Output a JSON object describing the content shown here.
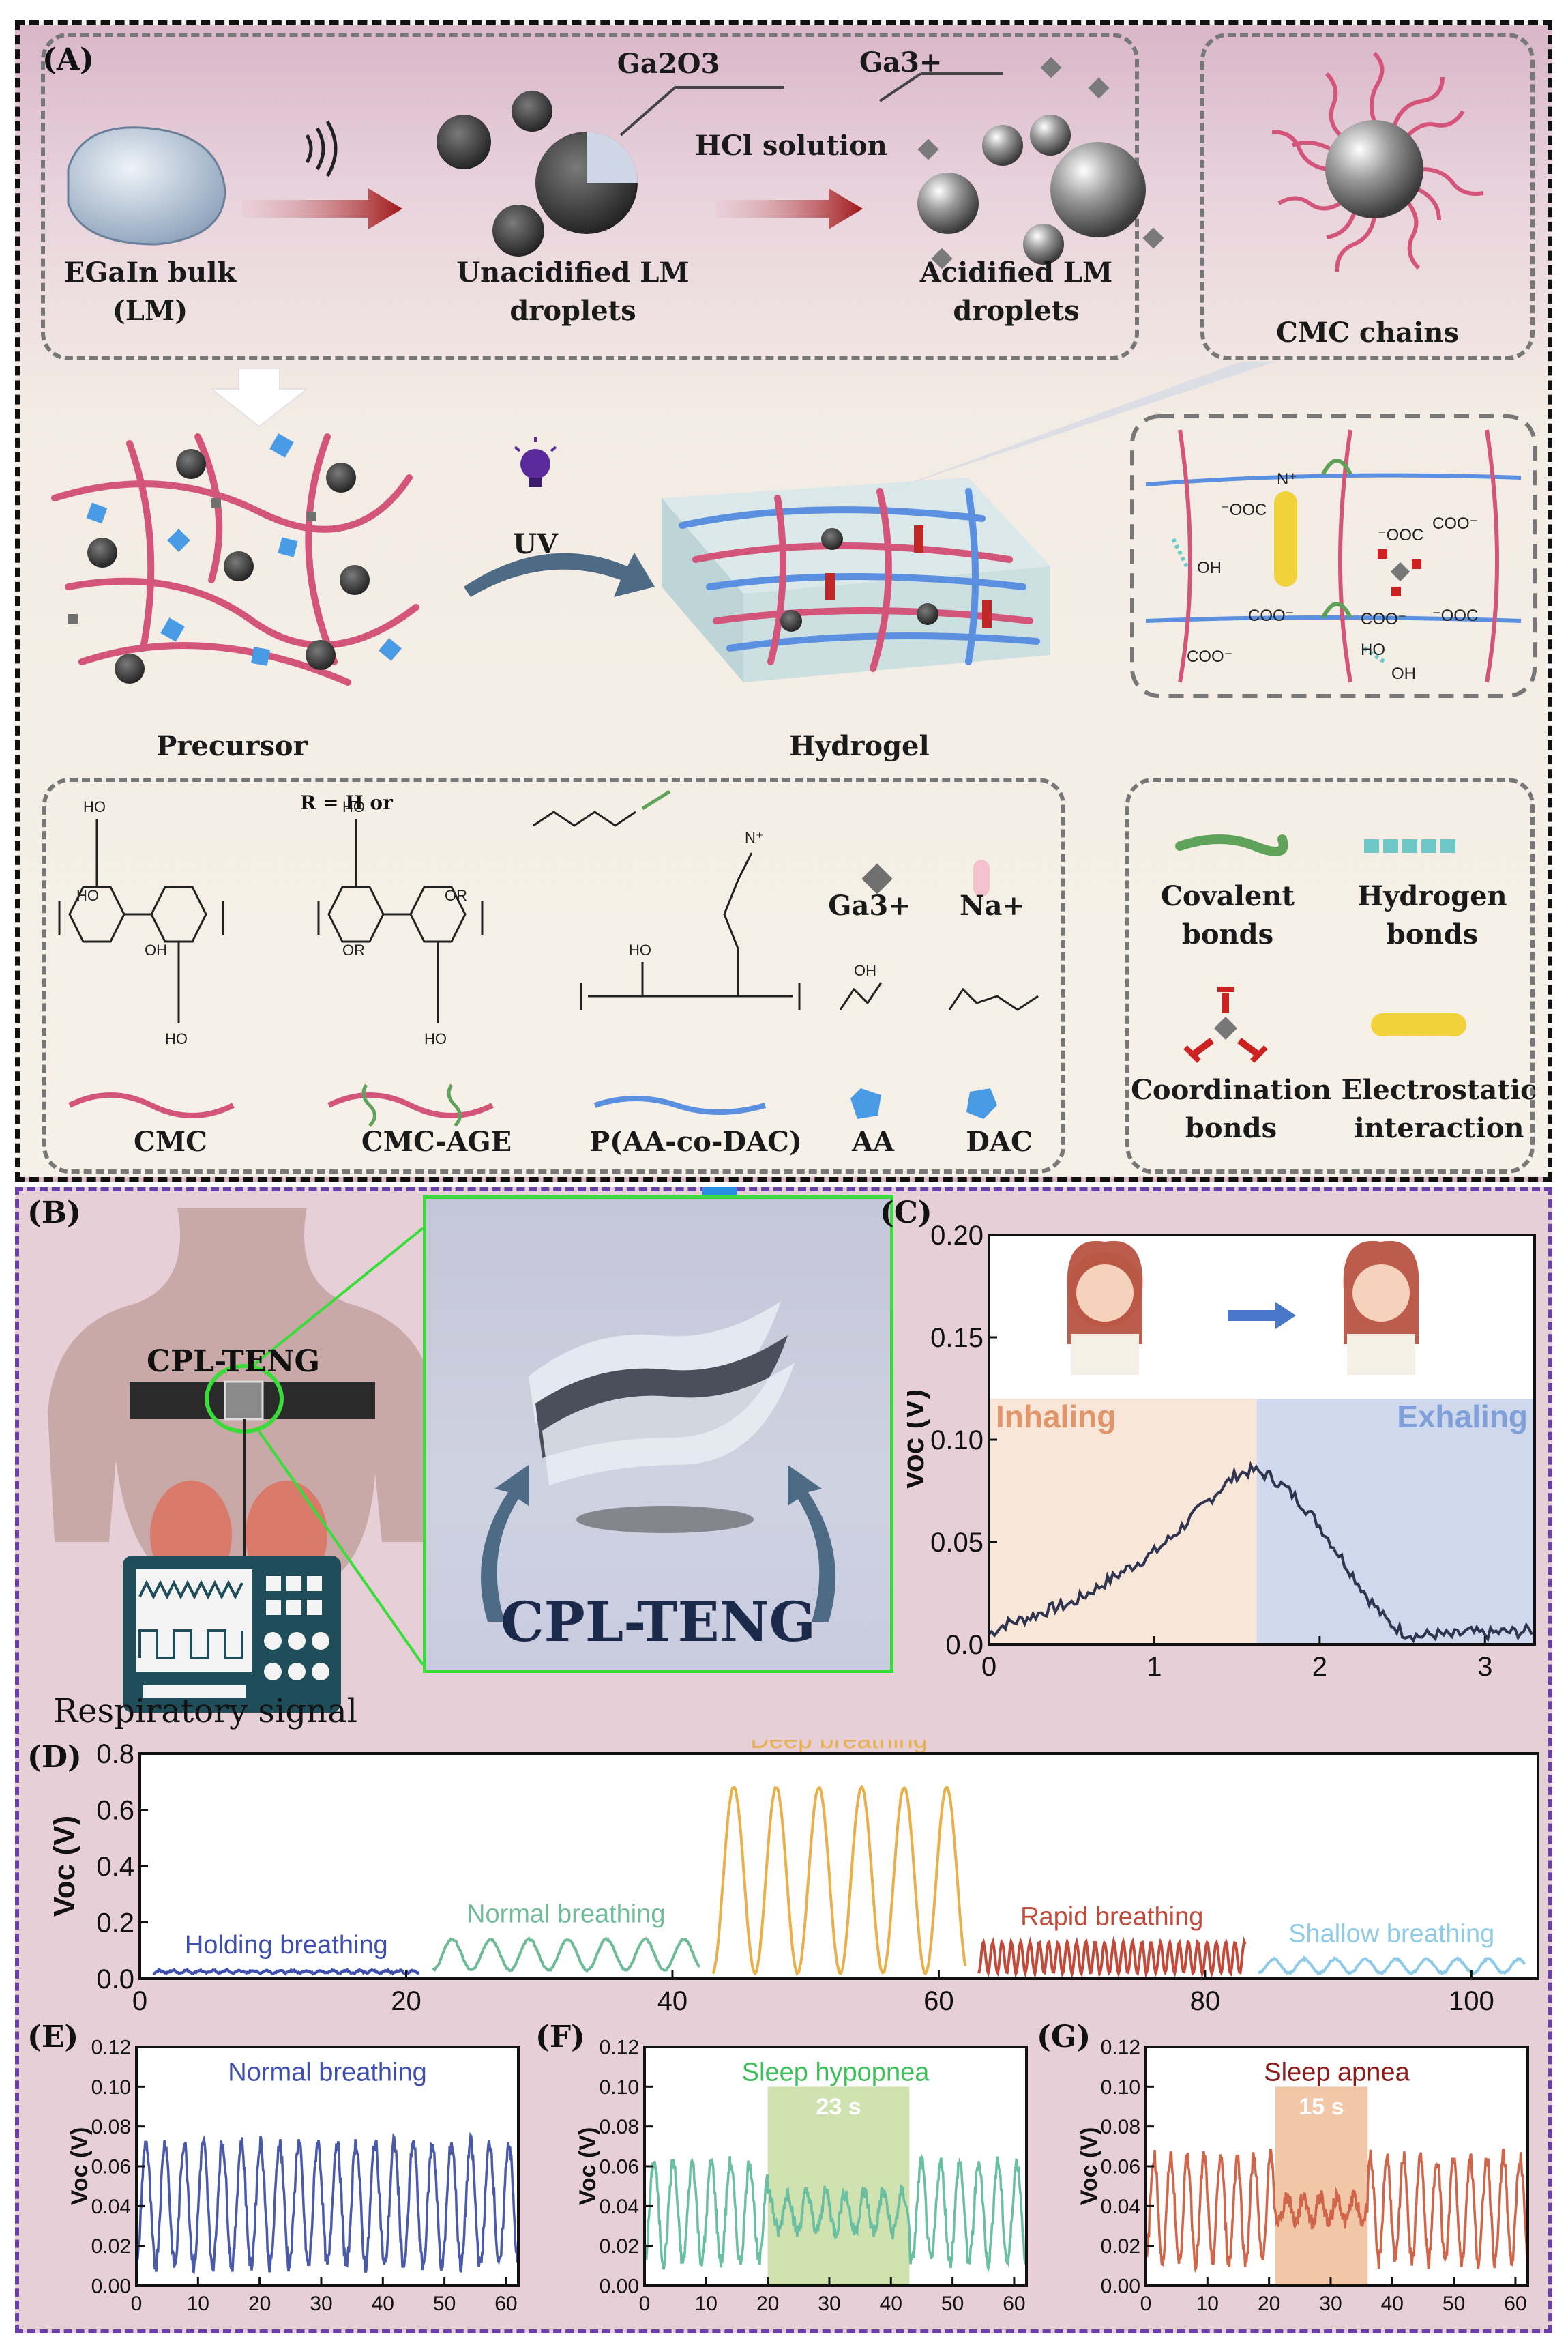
{
  "panelA": {
    "label": "(A)",
    "top_row": {
      "egain": "EGaIn bulk",
      "egain2": "(LM)",
      "ga2o3": "Ga2O3",
      "unacid": "Unacidified LM",
      "unacid2": "droplets",
      "hcl": "HCl solution",
      "ga3": "Ga3+",
      "acid": "Acidified LM",
      "acid2": "droplets",
      "cmc_chains": "CMC chains"
    },
    "middle": {
      "precursor": "Precursor",
      "uv": "UV",
      "hydrogel": "Hydrogel",
      "net_labels": [
        "⁻OOC",
        "OH",
        "COO⁻",
        "COO⁻",
        "⁻OOC",
        "COO⁻",
        "HO",
        "OH",
        "COO⁻",
        "⁻OOC",
        "N⁺"
      ]
    },
    "legend": {
      "r_def": "R = H  or",
      "ga": "Ga3+",
      "na": "Na+",
      "cmc": "CMC",
      "cmc_age": "CMC-AGE",
      "paa": "P(AA-co-DAC)",
      "aa": "AA",
      "dac": "DAC"
    },
    "bonds": {
      "covalent": "Covalent",
      "covalent2": "bonds",
      "hydrogen": "Hydrogen",
      "hydrogen2": "bonds",
      "coordination": "Coordination",
      "coordination2": "bonds",
      "electro": "Electrostatic",
      "electro2": "interaction"
    },
    "colors": {
      "cmc": "#d4557a",
      "paa": "#5b8fe0",
      "ga": "#707070",
      "na": "#f4c2cf",
      "aa": "#4a9be6",
      "covalent": "#5fa35a",
      "hbond": "#6fc8c8",
      "coord": "#cc2222",
      "electro": "#f2d23a"
    }
  },
  "panelB": {
    "label": "(B)",
    "device": "CPL-TENG",
    "device_zoom": "CPL-TENG",
    "signal": "Respiratory signal"
  },
  "chart_data": [
    {
      "id": "C",
      "label": "(C)",
      "type": "line",
      "ylabel": "Voc (V)",
      "xlim": [
        0,
        3.3
      ],
      "ylim": [
        0,
        0.2
      ],
      "xticks": [
        0,
        1,
        2,
        3
      ],
      "yticks": [
        "0.0",
        "0.05",
        "0.10",
        "0.15",
        "0.20"
      ],
      "regions": [
        {
          "name": "Inhaling",
          "from": 0,
          "to": 1.62,
          "color": "#f8e6d8",
          "text_color": "#e0956a"
        },
        {
          "name": "Exhaling",
          "from": 1.62,
          "to": 3.3,
          "color": "#cfd8ec",
          "text_color": "#7fa0d8"
        }
      ],
      "series": [
        {
          "color": "#2f3550",
          "x": [
            0,
            0.1,
            0.2,
            0.3,
            0.4,
            0.5,
            0.6,
            0.7,
            0.8,
            0.9,
            1.0,
            1.1,
            1.2,
            1.3,
            1.4,
            1.5,
            1.6,
            1.7,
            1.8,
            1.9,
            2.0,
            2.1,
            2.2,
            2.3,
            2.4,
            2.5,
            2.6,
            2.7,
            2.8,
            2.9,
            3.0,
            3.1,
            3.2,
            3.3
          ],
          "y": [
            0.005,
            0.01,
            0.012,
            0.015,
            0.018,
            0.02,
            0.025,
            0.03,
            0.035,
            0.04,
            0.045,
            0.052,
            0.06,
            0.068,
            0.076,
            0.083,
            0.085,
            0.082,
            0.076,
            0.068,
            0.058,
            0.046,
            0.034,
            0.022,
            0.012,
            0.006,
            0.004,
            0.005,
            0.004,
            0.006,
            0.005,
            0.006,
            0.006,
            0.007
          ]
        }
      ]
    },
    {
      "id": "D",
      "label": "(D)",
      "type": "line",
      "ylabel": "Voc (V)",
      "xlim": [
        0,
        105
      ],
      "ylim": [
        0,
        0.8
      ],
      "xticks": [
        0,
        20,
        40,
        60,
        80,
        100
      ],
      "yticks": [
        "0.0",
        "0.2",
        "0.4",
        "0.6",
        "0.8"
      ],
      "segments": [
        {
          "name": "Holding breathing",
          "from": 1,
          "to": 21,
          "amp": 0.01,
          "base": 0.02,
          "period": 1.0,
          "color": "#3f4fb0"
        },
        {
          "name": "Normal breathing",
          "from": 22,
          "to": 42,
          "amp": 0.11,
          "base": 0.03,
          "period": 2.9,
          "color": "#6fbb98"
        },
        {
          "name": "Deep breathing",
          "from": 43,
          "to": 62,
          "amp": 0.66,
          "base": 0.02,
          "period": 3.2,
          "color": "#e8b04a"
        },
        {
          "name": "Rapid breathing",
          "from": 63,
          "to": 83,
          "amp": 0.11,
          "base": 0.02,
          "period": 0.7,
          "color": "#c24a3a"
        },
        {
          "name": "Shallow breathing",
          "from": 84,
          "to": 104,
          "amp": 0.05,
          "base": 0.02,
          "period": 2.3,
          "color": "#8fcbe6"
        }
      ]
    },
    {
      "id": "E",
      "label": "(E)",
      "type": "line",
      "ylabel": "Voc (V)",
      "xlim": [
        0,
        62
      ],
      "ylim": [
        0,
        0.12
      ],
      "xticks": [
        0,
        10,
        20,
        30,
        40,
        50,
        60
      ],
      "yticks": [
        "0.00",
        "0.02",
        "0.04",
        "0.06",
        "0.08",
        "0.10",
        "0.12"
      ],
      "title": "Normal breathing",
      "title_color": "#3f4fb0",
      "color": "#4a5aaa",
      "period": 3.1,
      "low": 0.01,
      "high": 0.072
    },
    {
      "id": "F",
      "label": "(F)",
      "type": "line",
      "ylabel": "Voc (V)",
      "xlim": [
        0,
        62
      ],
      "ylim": [
        0,
        0.12
      ],
      "xticks": [
        0,
        10,
        20,
        30,
        40,
        50,
        60
      ],
      "yticks": [
        "0.00",
        "0.02",
        "0.04",
        "0.06",
        "0.08",
        "0.10",
        "0.12"
      ],
      "title": "Sleep hypopnea",
      "title_color": "#3fbf5a",
      "color": "#6abfa2",
      "period": 3.1,
      "low": 0.012,
      "high": 0.062,
      "event": {
        "from": 20,
        "to": 43,
        "text": "23 s",
        "color": "#cfe2b0",
        "text_color": "#ffffff",
        "amp": 0.4
      }
    },
    {
      "id": "G",
      "label": "(G)",
      "type": "line",
      "ylabel": "Voc (V)",
      "xlim": [
        0,
        62
      ],
      "ylim": [
        0,
        0.12
      ],
      "xticks": [
        0,
        10,
        20,
        30,
        40,
        50,
        60
      ],
      "yticks": [
        "0.00",
        "0.02",
        "0.04",
        "0.06",
        "0.08",
        "0.10",
        "0.12"
      ],
      "title": "Sleep apnea",
      "title_color": "#8b1a1a",
      "color": "#d0654a",
      "period": 2.7,
      "low": 0.012,
      "high": 0.065,
      "event": {
        "from": 21,
        "to": 36,
        "text": "15 s",
        "color": "#f2c7a8",
        "text_color": "#ffffff",
        "amp": 0.25
      }
    }
  ]
}
